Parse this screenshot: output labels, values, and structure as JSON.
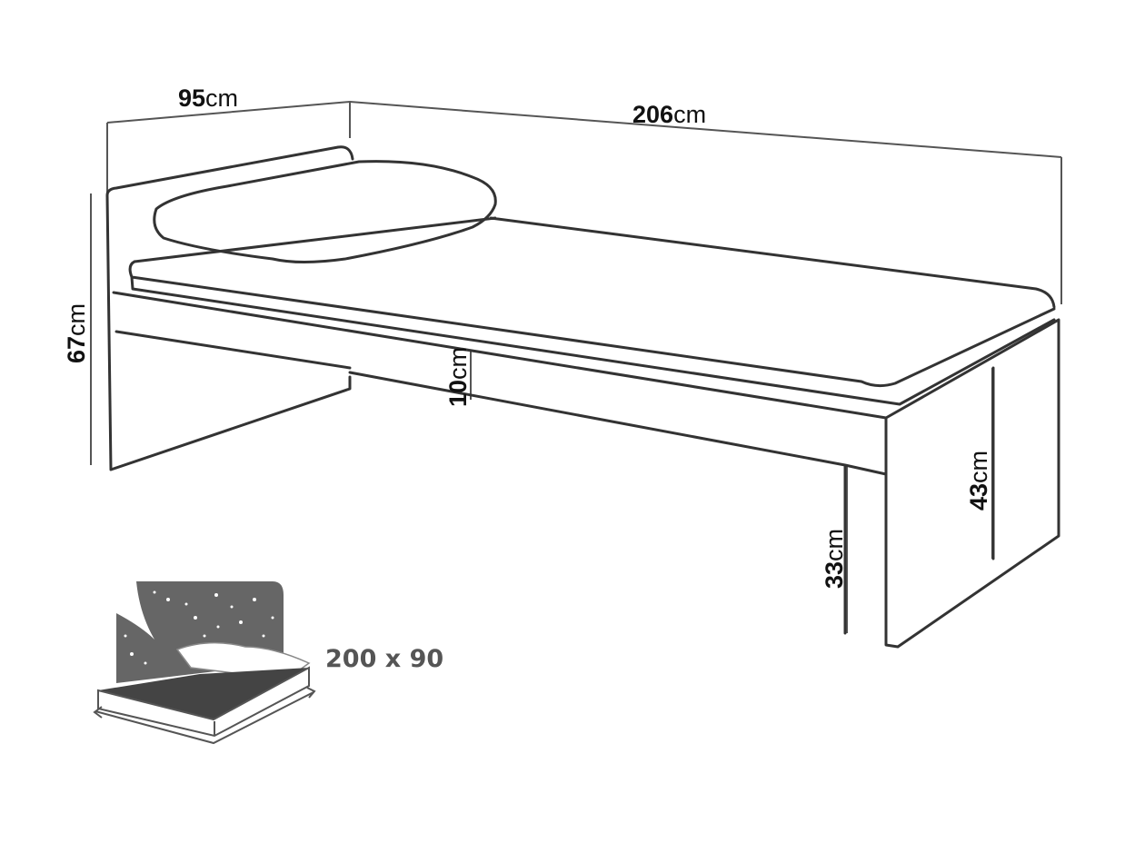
{
  "dimensions": {
    "depth": {
      "value": "95",
      "unit": "cm"
    },
    "length": {
      "value": "206",
      "unit": "cm"
    },
    "headboard_height": {
      "value": "67",
      "unit": "cm"
    },
    "mattress_thickness": {
      "value": "10",
      "unit": "cm"
    },
    "footboard_height": {
      "value": "43",
      "unit": "cm"
    },
    "frame_clearance": {
      "value": "33",
      "unit": "cm"
    }
  },
  "mattress_size": {
    "label": "200 x 90"
  },
  "colors": {
    "line": "#333333",
    "icon_gray": "#666666"
  }
}
